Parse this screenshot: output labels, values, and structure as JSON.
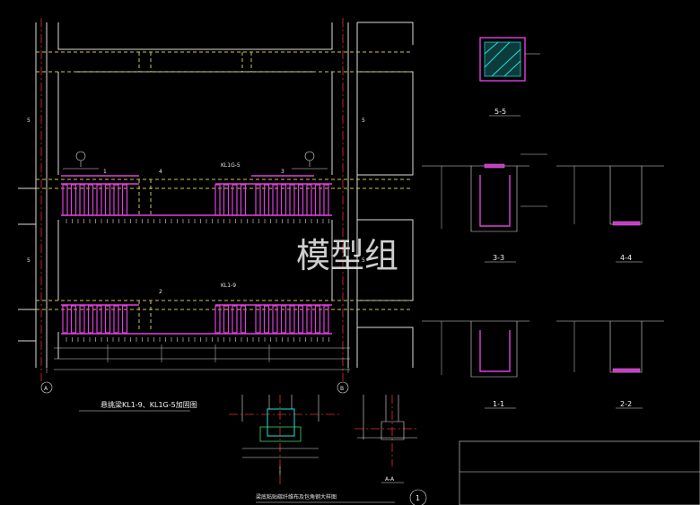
{
  "watermark": "模型组",
  "plan": {
    "caption": "悬挑梁KL1-9、KL1G-5加固图",
    "axis_a": "A",
    "axis_b": "B",
    "beam_upper": "KL1G-5",
    "beam_lower": "KL1-9",
    "marker_1": "1",
    "marker_2": "2",
    "marker_3": "3",
    "marker_4": "4",
    "marker_5": "5"
  },
  "sections": {
    "s55": "5-5",
    "s33": "3-3",
    "s44": "4-4",
    "s11": "1-1",
    "s22": "2-2",
    "saa": "A-A"
  },
  "detail": {
    "caption": "梁底粘贴碳纤维布及包角钢大样图",
    "number": "1"
  },
  "colors": {
    "steel": "#e040e0",
    "axis": "#e03030",
    "hidden": "#c8c850",
    "cyan": "#20e0e0",
    "background": "#000000"
  }
}
